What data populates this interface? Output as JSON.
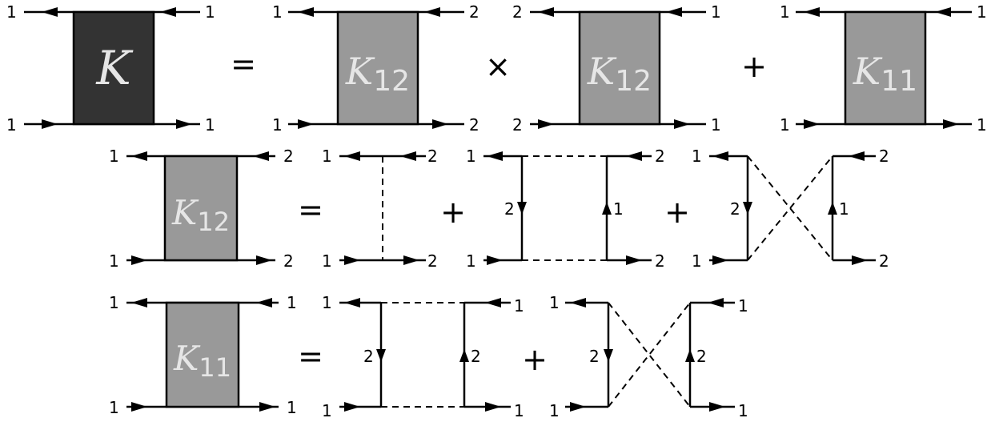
{
  "colors": {
    "kernel_full": "#333333",
    "kernel_partial": "#999999",
    "kernel_text": "#e6e6e6",
    "line": "#000000"
  },
  "row1": {
    "k_symbol": "K",
    "k12_base": "K",
    "k12_sub": "12",
    "k11_base": "K",
    "k11_sub": "11",
    "eq": "=",
    "times": "×",
    "plus": "+",
    "b1": {
      "tl": "1",
      "tr": "1",
      "bl": "1",
      "br": "1"
    },
    "b2": {
      "tl": "1",
      "tr": "2",
      "bl": "1",
      "br": "2"
    },
    "b3": {
      "tl": "2",
      "tr": "1",
      "bl": "2",
      "br": "1"
    },
    "b4": {
      "tl": "1",
      "tr": "1",
      "bl": "1",
      "br": "1"
    }
  },
  "row2": {
    "k_base": "K",
    "k_sub": "12",
    "eq": "=",
    "plus1": "+",
    "plus2": "+",
    "box": {
      "tl": "1",
      "tr": "2",
      "bl": "1",
      "br": "2"
    },
    "d1": {
      "tl": "1",
      "tr": "2",
      "bl": "1",
      "br": "2"
    },
    "d2": {
      "tl": "1",
      "tr": "2",
      "bl": "1",
      "br": "2",
      "left_mid": "2",
      "right_mid": "1"
    },
    "d3": {
      "tl": "1",
      "tr": "2",
      "bl": "1",
      "br": "2",
      "left_mid": "2",
      "right_mid": "1"
    }
  },
  "row3": {
    "k_base": "K",
    "k_sub": "11",
    "eq": "=",
    "plus1": "+",
    "box": {
      "tl": "1",
      "tr": "1",
      "bl": "1",
      "br": "1"
    },
    "d1": {
      "tl": "1",
      "tr": "1",
      "bl": "1",
      "br": "1",
      "left_mid": "2",
      "right_mid": "2"
    },
    "d2": {
      "tl": "1",
      "tr": "1",
      "bl": "1",
      "br": "1",
      "left_mid": "2",
      "right_mid": "2"
    }
  }
}
